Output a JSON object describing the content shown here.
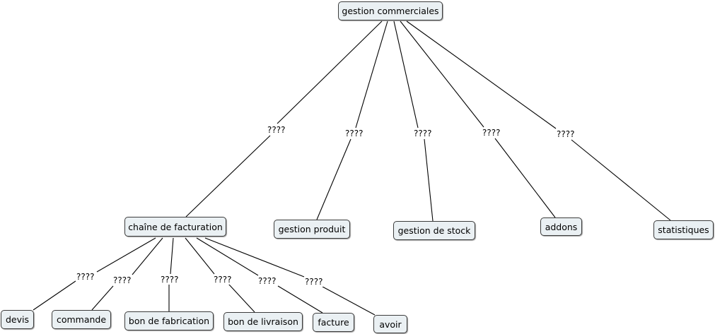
{
  "nodes": {
    "root": "gestion commerciales",
    "chaine": "chaîne de facturation",
    "produit": "gestion produit",
    "stock": "gestion de stock",
    "addons": "addons",
    "statistiques": "statistiques",
    "devis": "devis",
    "commande": "commande",
    "fabrication": "bon de fabrication",
    "livraison": "bon de livraison",
    "facture": "facture",
    "avoir": "avoir"
  },
  "links": {
    "root_chaine": "????",
    "root_produit": "????",
    "root_stock": "????",
    "root_addons": "????",
    "root_statistiques": "????",
    "chaine_devis": "????",
    "chaine_commande": "????",
    "chaine_fabrication": "????",
    "chaine_livraison": "????",
    "chaine_facture": "????",
    "chaine_avoir": "????"
  }
}
